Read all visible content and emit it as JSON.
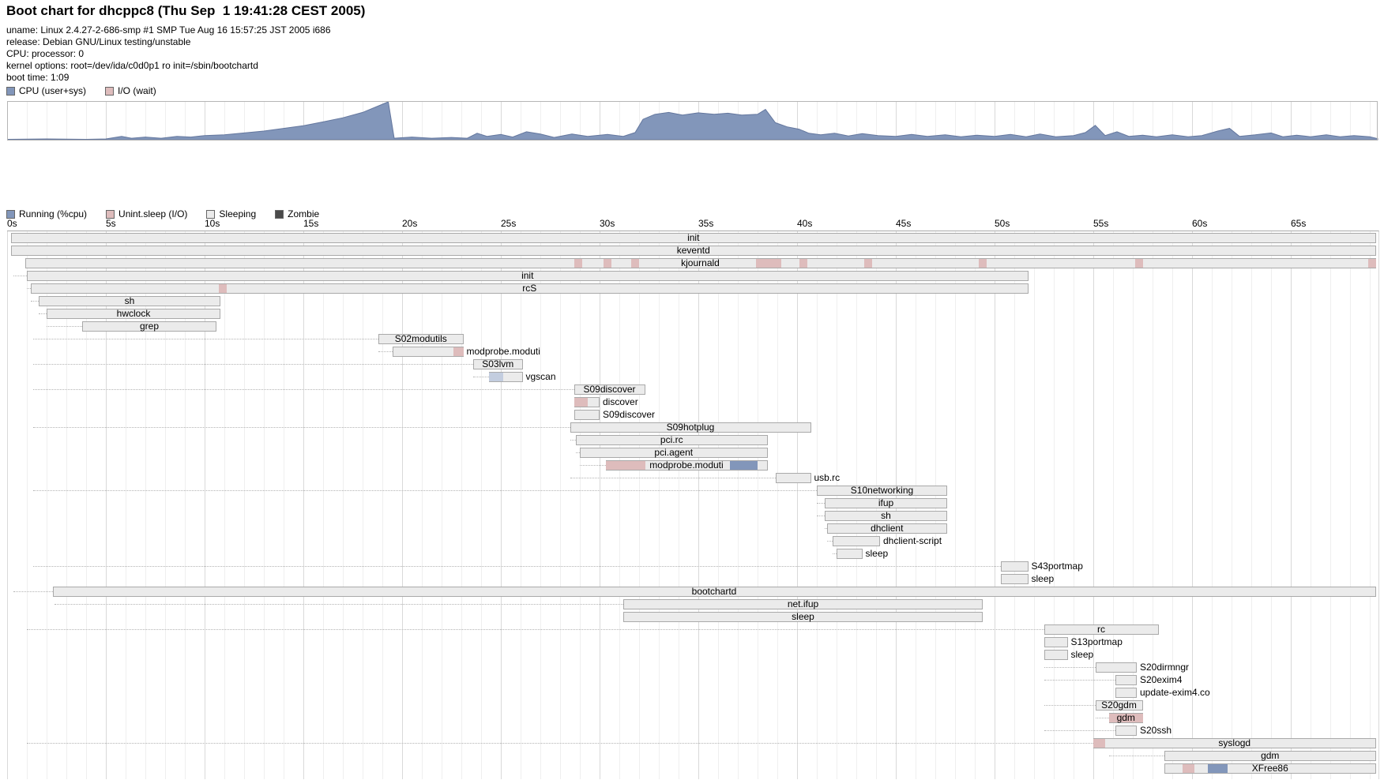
{
  "header": {
    "title": "Boot chart for dhcppc8 (Thu Sep  1 19:41:28 CEST 2005)",
    "uname": "uname: Linux 2.4.27-2-686-smp #1 SMP Tue Aug 16 15:57:25 JST 2005 i686",
    "release": "release: Debian GNU/Linux testing/unstable",
    "cpu": "CPU: processor: 0",
    "kernel_options": "kernel options: root=/dev/ida/c0d0p1 ro init=/sbin/bootchartd",
    "boot_time": "boot time: 1:09"
  },
  "colors": {
    "running": "#8296ba",
    "running_light": "#c3cddf",
    "io": "#debcbc",
    "sleeping": "#ebebeb",
    "zombie": "#4a4a4a",
    "area_stroke": "#64779e",
    "grid_minor": "#efefef",
    "grid_major": "#d9d9d9"
  },
  "cpu_legend": [
    {
      "label": "CPU (user+sys)",
      "color": "#8296ba",
      "icon": "cpu-swatch"
    },
    {
      "label": "I/O (wait)",
      "color": "#debcbc",
      "icon": "io-swatch"
    }
  ],
  "proc_legend": [
    {
      "label": "Running (%cpu)",
      "color": "#8296ba",
      "icon": "running-swatch"
    },
    {
      "label": "Unint.sleep (I/O)",
      "color": "#debcbc",
      "icon": "unint-sleep-swatch"
    },
    {
      "label": "Sleeping",
      "color": "#ebebeb",
      "icon": "sleeping-swatch"
    },
    {
      "label": "Zombie",
      "color": "#4a4a4a",
      "icon": "zombie-swatch"
    }
  ],
  "axis": {
    "ticks": [
      "0s",
      "5s",
      "10s",
      "15s",
      "20s",
      "25s",
      "30s",
      "35s",
      "40s",
      "45s",
      "50s",
      "55s",
      "60s",
      "65s"
    ],
    "seconds_per_tick": 5,
    "max_seconds": 69.4
  },
  "chart_data": [
    {
      "type": "area",
      "name": "cpu-usage",
      "title": "CPU usage during boot",
      "x_unit": "seconds",
      "xlim": [
        0,
        69.4
      ],
      "ylim": [
        0,
        100
      ],
      "points": [
        [
          0,
          1
        ],
        [
          2,
          2
        ],
        [
          4,
          1
        ],
        [
          5,
          2
        ],
        [
          5.8,
          9
        ],
        [
          6.3,
          4
        ],
        [
          7,
          7
        ],
        [
          7.8,
          4
        ],
        [
          8.6,
          9
        ],
        [
          9.3,
          7
        ],
        [
          10,
          11
        ],
        [
          11,
          13
        ],
        [
          12,
          18
        ],
        [
          13,
          23
        ],
        [
          14,
          30
        ],
        [
          15,
          37
        ],
        [
          16,
          47
        ],
        [
          17,
          58
        ],
        [
          18,
          72
        ],
        [
          19.3,
          100
        ],
        [
          19.6,
          4
        ],
        [
          20.5,
          7
        ],
        [
          21.5,
          4
        ],
        [
          22.5,
          6
        ],
        [
          23.3,
          4
        ],
        [
          23.8,
          17
        ],
        [
          24.3,
          9
        ],
        [
          25,
          14
        ],
        [
          25.6,
          7
        ],
        [
          26.3,
          21
        ],
        [
          27,
          15
        ],
        [
          27.7,
          6
        ],
        [
          28.6,
          15
        ],
        [
          29.4,
          9
        ],
        [
          30.4,
          14
        ],
        [
          31.2,
          9
        ],
        [
          31.8,
          19
        ],
        [
          32.2,
          54
        ],
        [
          32.8,
          67
        ],
        [
          33.5,
          72
        ],
        [
          34.2,
          65
        ],
        [
          35,
          71
        ],
        [
          35.8,
          67
        ],
        [
          36.5,
          70
        ],
        [
          37.2,
          65
        ],
        [
          38,
          67
        ],
        [
          38.4,
          80
        ],
        [
          38.9,
          45
        ],
        [
          39.5,
          34
        ],
        [
          40.1,
          28
        ],
        [
          40.6,
          17
        ],
        [
          41.2,
          13
        ],
        [
          41.9,
          17
        ],
        [
          42.6,
          10
        ],
        [
          43.3,
          16
        ],
        [
          44.1,
          11
        ],
        [
          45,
          9
        ],
        [
          45.8,
          14
        ],
        [
          46.6,
          9
        ],
        [
          47.5,
          13
        ],
        [
          48.3,
          8
        ],
        [
          49.1,
          12
        ],
        [
          50,
          9
        ],
        [
          50.8,
          14
        ],
        [
          51.6,
          8
        ],
        [
          52.3,
          15
        ],
        [
          53.1,
          8
        ],
        [
          54,
          11
        ],
        [
          54.6,
          19
        ],
        [
          55.1,
          38
        ],
        [
          55.6,
          11
        ],
        [
          56.2,
          21
        ],
        [
          56.8,
          9
        ],
        [
          57.5,
          12
        ],
        [
          58.2,
          8
        ],
        [
          59,
          13
        ],
        [
          59.8,
          8
        ],
        [
          60.5,
          11
        ],
        [
          61.3,
          23
        ],
        [
          61.9,
          30
        ],
        [
          62.4,
          9
        ],
        [
          63.2,
          13
        ],
        [
          64,
          18
        ],
        [
          64.6,
          8
        ],
        [
          65.3,
          12
        ],
        [
          66,
          8
        ],
        [
          66.8,
          13
        ],
        [
          67.5,
          8
        ],
        [
          68.2,
          11
        ],
        [
          69,
          8
        ],
        [
          69.4,
          3
        ]
      ]
    },
    {
      "type": "gantt",
      "name": "process-tree",
      "x_unit": "seconds",
      "xlim": [
        0,
        69.4
      ],
      "rows": [
        {
          "label": "init",
          "start": 0.2,
          "end": 69.3,
          "align": "c"
        },
        {
          "label": "keventd",
          "start": 0.2,
          "end": 69.3,
          "align": "c"
        },
        {
          "label": "kjournald",
          "start": 0.9,
          "end": 69.3,
          "align": "c",
          "segments": [
            [
              28.7,
              29.1,
              "io"
            ],
            [
              30.2,
              30.6,
              "io"
            ],
            [
              31.6,
              32.0,
              "io"
            ],
            [
              37.9,
              39.2,
              "io"
            ],
            [
              40.1,
              40.5,
              "io"
            ],
            [
              43.4,
              43.8,
              "io"
            ],
            [
              49.2,
              49.6,
              "io"
            ],
            [
              57.1,
              57.5,
              "io"
            ],
            [
              68.9,
              69.3,
              "io"
            ]
          ]
        },
        {
          "label": "init",
          "start": 1.0,
          "end": 51.7,
          "align": "c",
          "dep": 0.3
        },
        {
          "label": "rcS",
          "start": 1.2,
          "end": 51.7,
          "align": "c",
          "dep": 1.0,
          "segments": [
            [
              10.7,
              11.1,
              "io"
            ]
          ]
        },
        {
          "label": "sh",
          "start": 1.6,
          "end": 10.8,
          "align": "c",
          "dep": 1.2
        },
        {
          "label": "hwclock",
          "start": 2.0,
          "end": 10.8,
          "align": "c",
          "dep": 1.6
        },
        {
          "label": "grep",
          "start": 3.8,
          "end": 10.6,
          "align": "c",
          "dep": 2.0
        },
        {
          "label": "S02modutils",
          "start": 18.8,
          "end": 23.1,
          "align": "c",
          "dep": 1.3
        },
        {
          "label": "modprobe.moduti",
          "start": 19.5,
          "end": 23.1,
          "align": "r",
          "dep": 18.8,
          "segments": [
            [
              22.6,
              23.1,
              "io"
            ]
          ]
        },
        {
          "label": "S03lvm",
          "start": 23.6,
          "end": 26.1,
          "align": "c",
          "dep": 1.3
        },
        {
          "label": "vgscan",
          "start": 24.4,
          "end": 26.1,
          "align": "r",
          "dep": 23.6,
          "segments": [
            [
              24.4,
              25.1,
              "running_light"
            ]
          ]
        },
        {
          "label": "S09discover",
          "start": 28.7,
          "end": 32.3,
          "align": "c",
          "dep": 1.3
        },
        {
          "label": "discover",
          "start": 28.7,
          "end": 30.0,
          "align": "r",
          "dep": 28.7,
          "segments": [
            [
              28.7,
              29.4,
              "io"
            ]
          ]
        },
        {
          "label": "S09discover",
          "start": 28.7,
          "end": 30.0,
          "align": "r",
          "dep": 28.7
        },
        {
          "label": "S09hotplug",
          "start": 28.5,
          "end": 40.7,
          "align": "c",
          "dep": 1.3
        },
        {
          "label": "pci.rc",
          "start": 28.8,
          "end": 38.5,
          "align": "c",
          "dep": 28.5
        },
        {
          "label": "pci.agent",
          "start": 29.0,
          "end": 38.5,
          "align": "c",
          "dep": 28.8
        },
        {
          "label": "modprobe.moduti",
          "start": 30.3,
          "end": 38.5,
          "align": "c",
          "dep": 29.0,
          "segments": [
            [
              30.3,
              32.3,
              "io"
            ],
            [
              36.6,
              38.0,
              "running"
            ]
          ]
        },
        {
          "label": "usb.rc",
          "start": 38.9,
          "end": 40.7,
          "align": "r",
          "dep": 28.5
        },
        {
          "label": "S10networking",
          "start": 41.0,
          "end": 47.6,
          "align": "c",
          "dep": 1.3
        },
        {
          "label": "ifup",
          "start": 41.4,
          "end": 47.6,
          "align": "c",
          "dep": 41.0
        },
        {
          "label": "sh",
          "start": 41.4,
          "end": 47.6,
          "align": "c",
          "dep": 41.0
        },
        {
          "label": "dhclient",
          "start": 41.5,
          "end": 47.6,
          "align": "c",
          "dep": 41.4
        },
        {
          "label": "dhclient-script",
          "start": 41.8,
          "end": 44.2,
          "align": "r",
          "dep": 41.5
        },
        {
          "label": "sleep",
          "start": 42.0,
          "end": 43.3,
          "align": "r",
          "dep": 41.8
        },
        {
          "label": "S43portmap",
          "start": 50.3,
          "end": 51.7,
          "align": "r",
          "dep": 1.3
        },
        {
          "label": "sleep",
          "start": 50.3,
          "end": 51.7,
          "align": "r",
          "dep": 50.3
        },
        {
          "label": "bootchartd",
          "start": 2.3,
          "end": 69.3,
          "align": "c",
          "dep": 0.3
        },
        {
          "label": "net.ifup",
          "start": 31.2,
          "end": 49.4,
          "align": "c",
          "dep": 2.4
        },
        {
          "label": "sleep",
          "start": 31.2,
          "end": 49.4,
          "align": "c"
        },
        {
          "label": "rc",
          "start": 52.5,
          "end": 58.3,
          "align": "c",
          "dep": 1.0
        },
        {
          "label": "S13portmap",
          "start": 52.5,
          "end": 53.7,
          "align": "r"
        },
        {
          "label": "sleep",
          "start": 52.5,
          "end": 53.7,
          "align": "r"
        },
        {
          "label": "S20dirmngr",
          "start": 55.1,
          "end": 57.2,
          "align": "r",
          "dep": 52.5
        },
        {
          "label": "S20exim4",
          "start": 56.1,
          "end": 57.2,
          "align": "r",
          "dep": 52.5
        },
        {
          "label": "update-exim4.co",
          "start": 56.1,
          "end": 57.2,
          "align": "r",
          "dep": 56.1
        },
        {
          "label": "S20gdm",
          "start": 55.1,
          "end": 57.5,
          "align": "c",
          "dep": 52.5
        },
        {
          "label": "gdm",
          "start": 55.8,
          "end": 57.5,
          "align": "c",
          "dep": 55.1,
          "segments": [
            [
              55.8,
              57.5,
              "io"
            ]
          ]
        },
        {
          "label": "S20ssh",
          "start": 56.1,
          "end": 57.2,
          "align": "r",
          "dep": 52.5
        },
        {
          "label": "syslogd",
          "start": 55.0,
          "end": 69.3,
          "align": "c",
          "dep": 1.0,
          "segments": [
            [
              55.0,
              55.6,
              "io"
            ]
          ]
        },
        {
          "label": "gdm",
          "start": 58.6,
          "end": 69.3,
          "align": "c",
          "dep": 55.8
        },
        {
          "label": "XFree86",
          "start": 58.6,
          "end": 69.3,
          "align": "c",
          "segments": [
            [
              59.5,
              60.1,
              "io"
            ],
            [
              60.8,
              61.8,
              "running"
            ]
          ]
        }
      ]
    }
  ]
}
